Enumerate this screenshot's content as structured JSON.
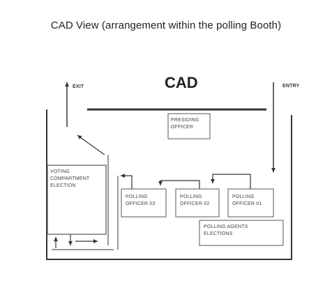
{
  "title": "CAD View (arrangement within the polling Booth)",
  "labels": {
    "exit": "EXIT",
    "entry": "ENTRY",
    "cad": "CAD"
  },
  "boxes": {
    "presiding_officer": "PRESIDING\nOFFICER",
    "voting_compartment": "VOTING\nCOMPARTMENT\nELECTION",
    "polling_officer_3": "POLLING\nOFFICER 03",
    "polling_officer_2": "POLLING\nOFFICER 02",
    "polling_officer_1": "POLLING\nOFFICER 01",
    "polling_agents": "POLLING AGENTS\nELECTIONS"
  }
}
